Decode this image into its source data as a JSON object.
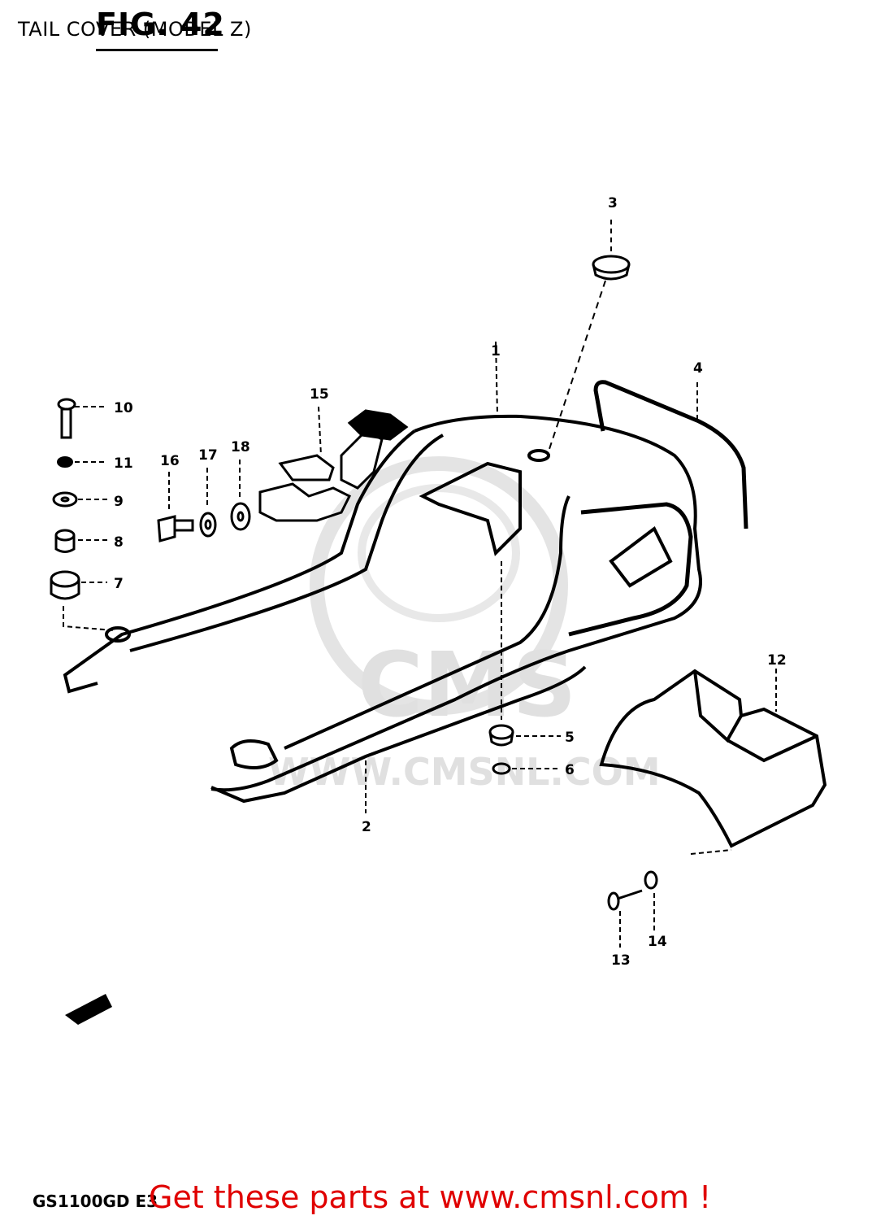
{
  "header": {
    "title": "TAIL COVER (MODEL Z)",
    "figure": "FIG. 42"
  },
  "callouts": [
    "1",
    "2",
    "3",
    "4",
    "5",
    "6",
    "7",
    "8",
    "9",
    "10",
    "11",
    "12",
    "13",
    "14",
    "15",
    "16",
    "17",
    "18"
  ],
  "watermark": {
    "logo_text": "CMS",
    "url_text": "WWW.CMSNL.COM"
  },
  "footer": {
    "model_code": "GS1100GD E3",
    "promo_link": "Get these parts at www.cmsnl.com !",
    "promo_color": "#e00000"
  }
}
